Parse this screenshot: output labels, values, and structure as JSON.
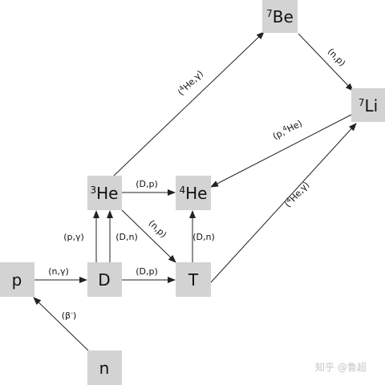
{
  "nodes": {
    "be7": {
      "sup": "7",
      "main": "Be"
    },
    "li7": {
      "sup": "7",
      "main": "Li"
    },
    "he3": {
      "sup": "3",
      "main": "He"
    },
    "he4": {
      "sup": "4",
      "main": "He"
    },
    "p": {
      "main": "p"
    },
    "d": {
      "main": "D"
    },
    "t": {
      "main": "T"
    },
    "n": {
      "main": "n"
    }
  },
  "edges": {
    "he3_be7": {
      "pre": "(",
      "sup": "4",
      "post": "He,γ)"
    },
    "be7_li7": {
      "label": "(n,p)"
    },
    "li7_he4": {
      "pre": "(p,",
      "sup": "4",
      "post": "He)"
    },
    "t_li7": {
      "pre": "(",
      "sup": "4",
      "post": "He,γ)"
    },
    "he3_he4": {
      "label": "(D,p)"
    },
    "d_he3_pg": {
      "label": "(p,γ)"
    },
    "d_he3_dn": {
      "label": "(D,n)"
    },
    "he3_t": {
      "label": "(n,p)"
    },
    "t_he4": {
      "label": "(D,n)"
    },
    "p_d": {
      "label": "(n,γ)"
    },
    "d_t": {
      "label": "(D,p)"
    },
    "n_p": {
      "pre": "(β",
      "sup": "-",
      "post": ")"
    }
  },
  "watermark": "知乎 @鲁超"
}
